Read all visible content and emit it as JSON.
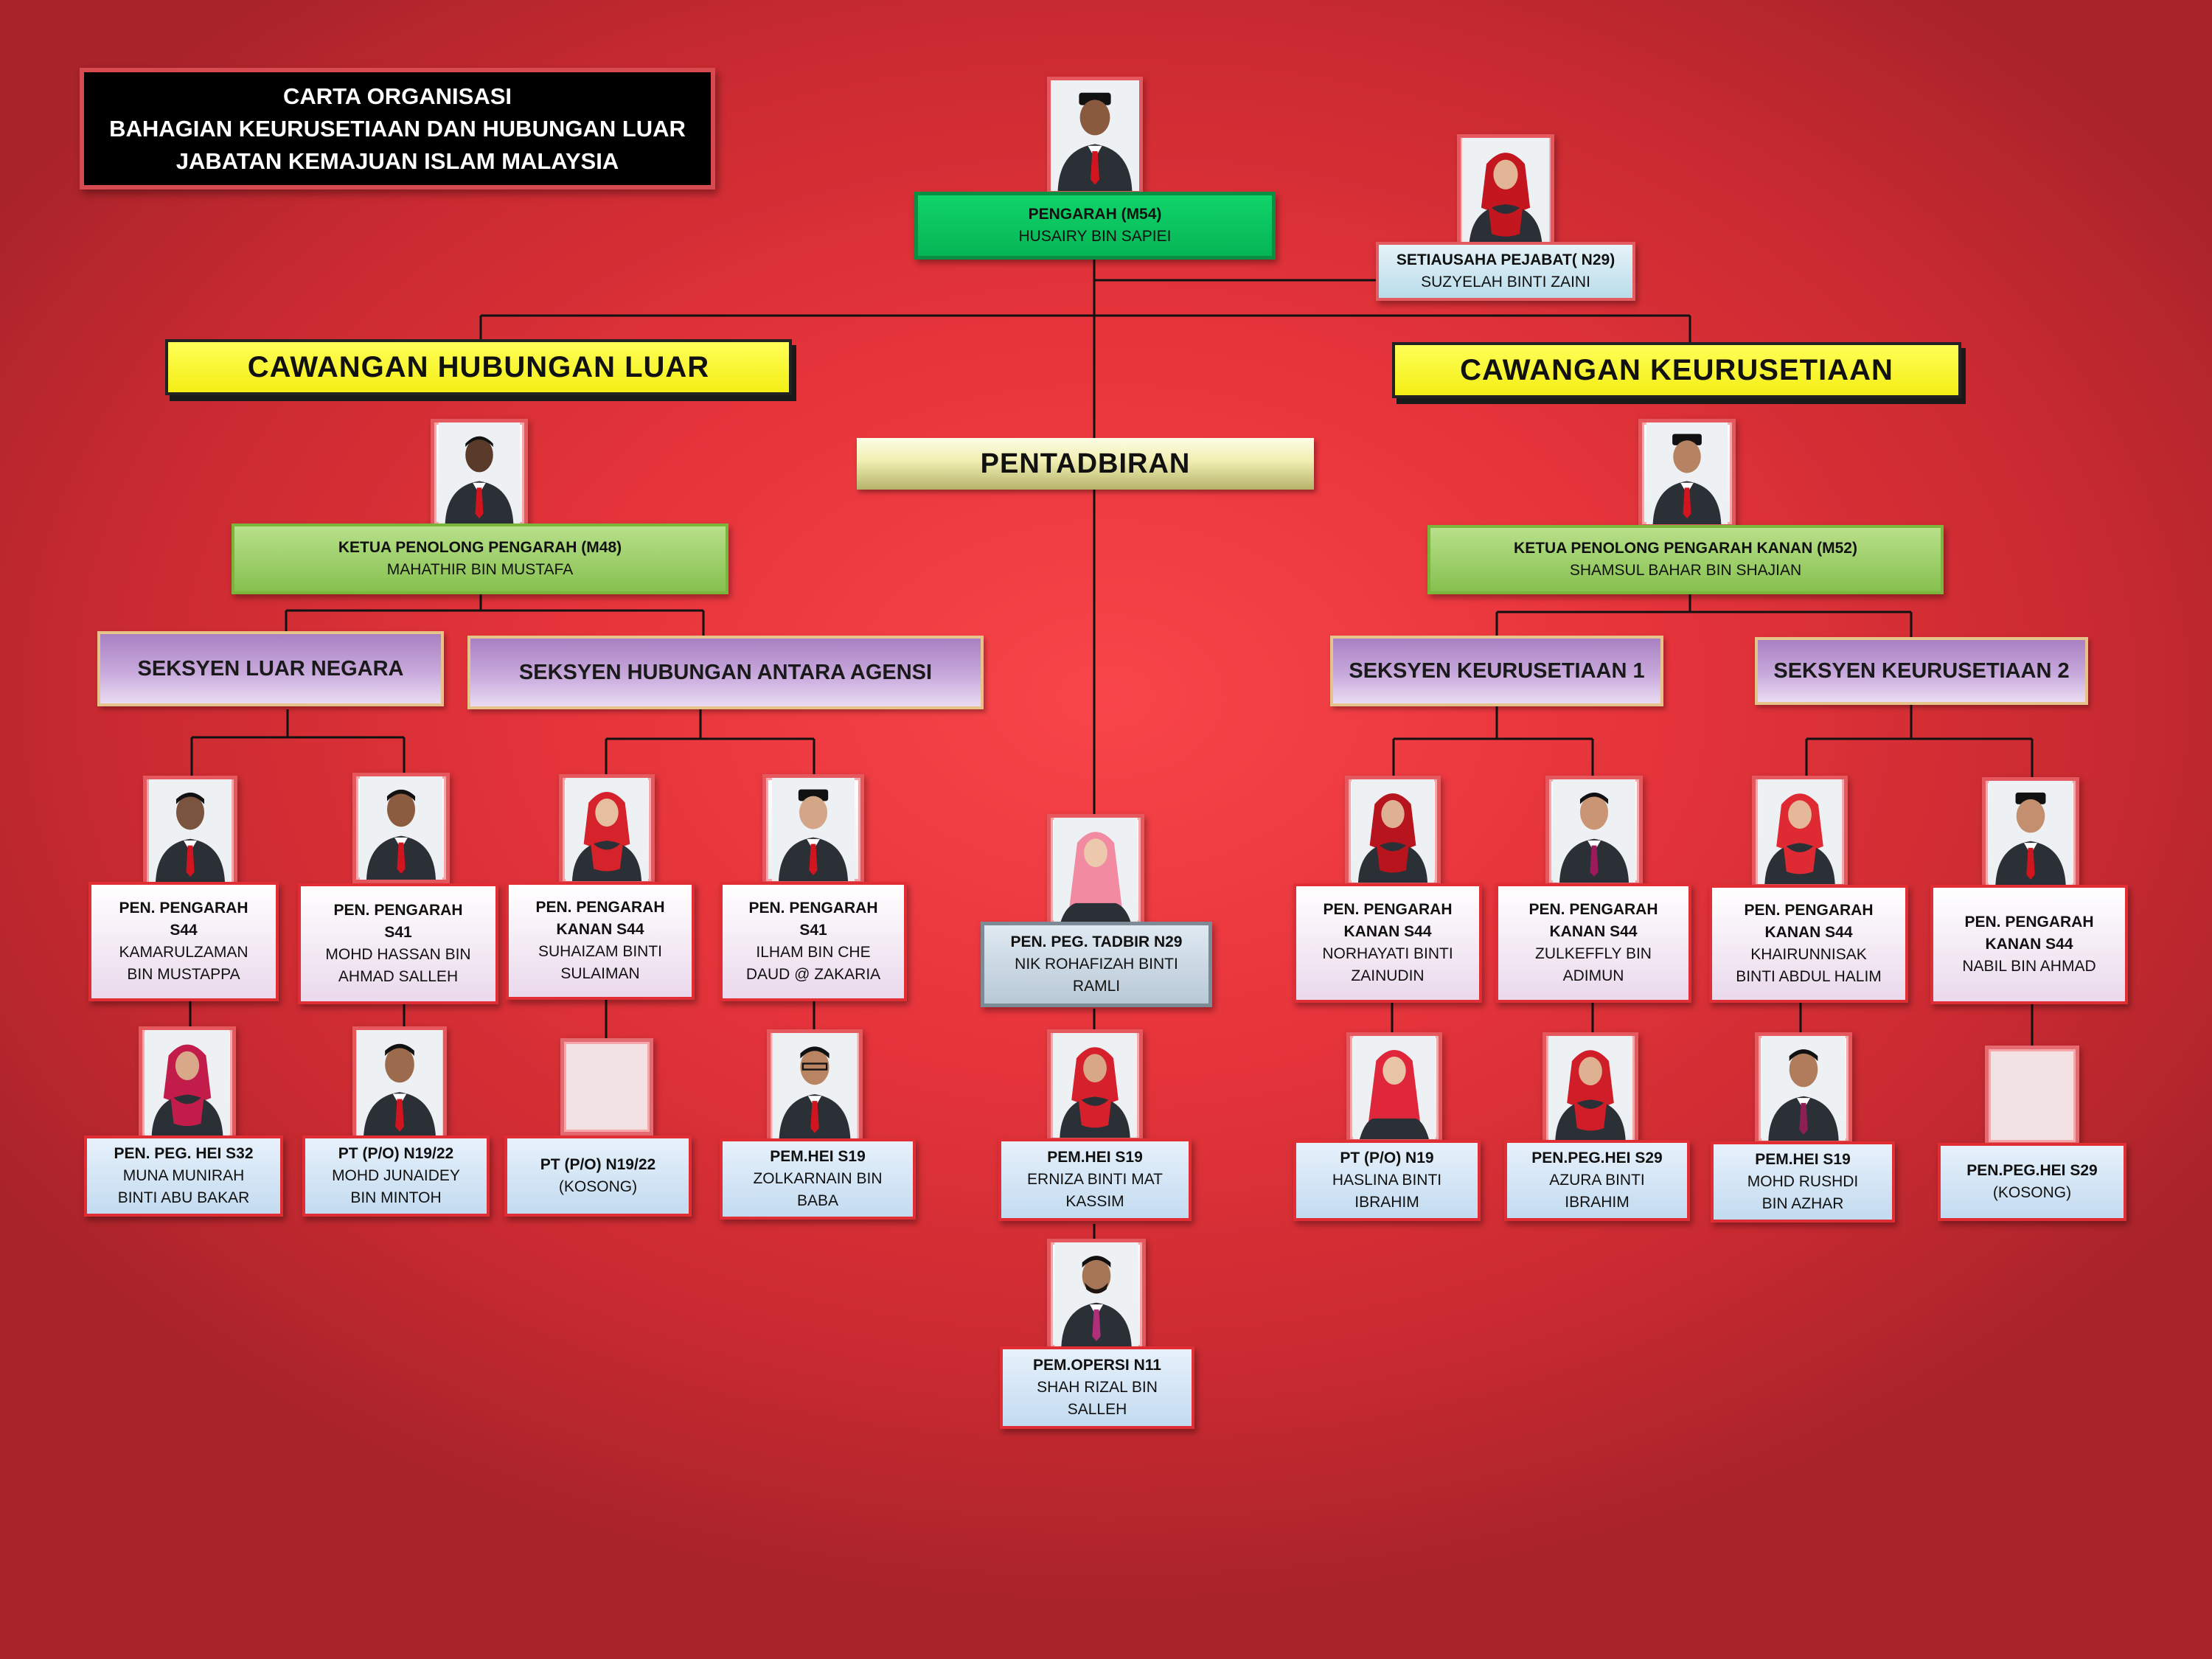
{
  "title": {
    "line1": "CARTA ORGANISASI",
    "line2": "BAHAGIAN KEURUSETIAAN DAN HUBUNGAN LUAR",
    "line3": "JABATAN KEMAJUAN ISLAM MALAYSIA"
  },
  "director": {
    "role": "PENGARAH  (M54)",
    "name": "HUSAIRY BIN SAPIEI"
  },
  "secretary": {
    "role": "SETIAUSAHA PEJABAT( N29)",
    "name": "SUZYELAH BINTI ZAINI"
  },
  "branches": {
    "left": "CAWANGAN HUBUNGAN LUAR",
    "right": "CAWANGAN KEURUSETIAAN",
    "center": "PENTADBIRAN"
  },
  "left_head": {
    "role": "KETUA PENOLONG PENGARAH  (M48)",
    "name": "MAHATHIR BIN MUSTAFA"
  },
  "right_head": {
    "role": "KETUA PENOLONG PENGARAH KANAN (M52)",
    "name": "SHAMSUL BAHAR BIN SHAJIAN"
  },
  "sections": {
    "luar_negara": "SEKSYEN LUAR NEGARA",
    "antara_agensi": "SEKSYEN HUBUNGAN ANTARA AGENSI",
    "keurusetiaan1": "SEKSYEN KEURUSETIAAN 1",
    "keurusetiaan2": "SEKSYEN KEURUSETIAAN 2"
  },
  "officers": [
    {
      "role1": "PEN. PENGARAH",
      "role2": "S44",
      "name1": "KAMARULZAMAN",
      "name2": "BIN MUSTAPPA"
    },
    {
      "role1": "PEN. PENGARAH",
      "role2": "S41",
      "name1": "MOHD HASSAN BIN",
      "name2": "AHMAD SALLEH"
    },
    {
      "role1": "PEN. PENGARAH",
      "role2": "KANAN S44",
      "name1": "SUHAIZAM BINTI",
      "name2": "SULAIMAN"
    },
    {
      "role1": "PEN. PENGARAH",
      "role2": "S41",
      "name1": "ILHAM BIN CHE",
      "name2": "DAUD @ ZAKARIA"
    },
    {
      "role1": "PEN. PENGARAH",
      "role2": "KANAN S44",
      "name1": "NORHAYATI BINTI",
      "name2": "ZAINUDIN"
    },
    {
      "role1": "PEN. PENGARAH",
      "role2": "KANAN S44",
      "name1": "ZULKEFFLY BIN",
      "name2": "ADIMUN"
    },
    {
      "role1": "PEN. PENGARAH",
      "role2": "KANAN S44",
      "name1": "KHAIRUNNISAK",
      "name2": "BINTI ABDUL HALIM"
    },
    {
      "role1": "PEN. PENGARAH",
      "role2": "KANAN S44",
      "name1": "NABIL BIN AHMAD",
      "name2": ""
    }
  ],
  "staff": [
    {
      "role": "PEN. PEG. HEI S32",
      "name1": "MUNA MUNIRAH",
      "name2": "BINTI ABU BAKAR"
    },
    {
      "role": "PT (P/O) N19/22",
      "name1": "MOHD JUNAIDEY",
      "name2": "BIN MINTOH"
    },
    {
      "role": "PT (P/O) N19/22",
      "name1": "",
      "name2": "(KOSONG)"
    },
    {
      "role": "PEM.HEI S19",
      "name1": "ZOLKARNAIN BIN",
      "name2": "BABA"
    },
    {
      "role": "PT (P/O) N19",
      "name1": "HASLINA BINTI",
      "name2": "IBRAHIM"
    },
    {
      "role": "PEN.PEG.HEI S29",
      "name1": "AZURA BINTI",
      "name2": "IBRAHIM"
    },
    {
      "role": "PEM.HEI S19",
      "name1": "MOHD RUSHDI",
      "name2": "BIN AZHAR"
    },
    {
      "role": "PEN.PEG.HEI S29",
      "name1": "",
      "name2": "(KOSONG)"
    }
  ],
  "admin": [
    {
      "role": "PEN. PEG. TADBIR N29",
      "name1": "NIK ROHAFIZAH BINTI",
      "name2": "RAMLI"
    },
    {
      "role": "PEM.HEI S19",
      "name1": "ERNIZA BINTI MAT",
      "name2": "KASSIM"
    },
    {
      "role": "PEM.OPERSI N11",
      "name1": "SHAH RIZAL BIN",
      "name2": "SALLEH"
    }
  ]
}
